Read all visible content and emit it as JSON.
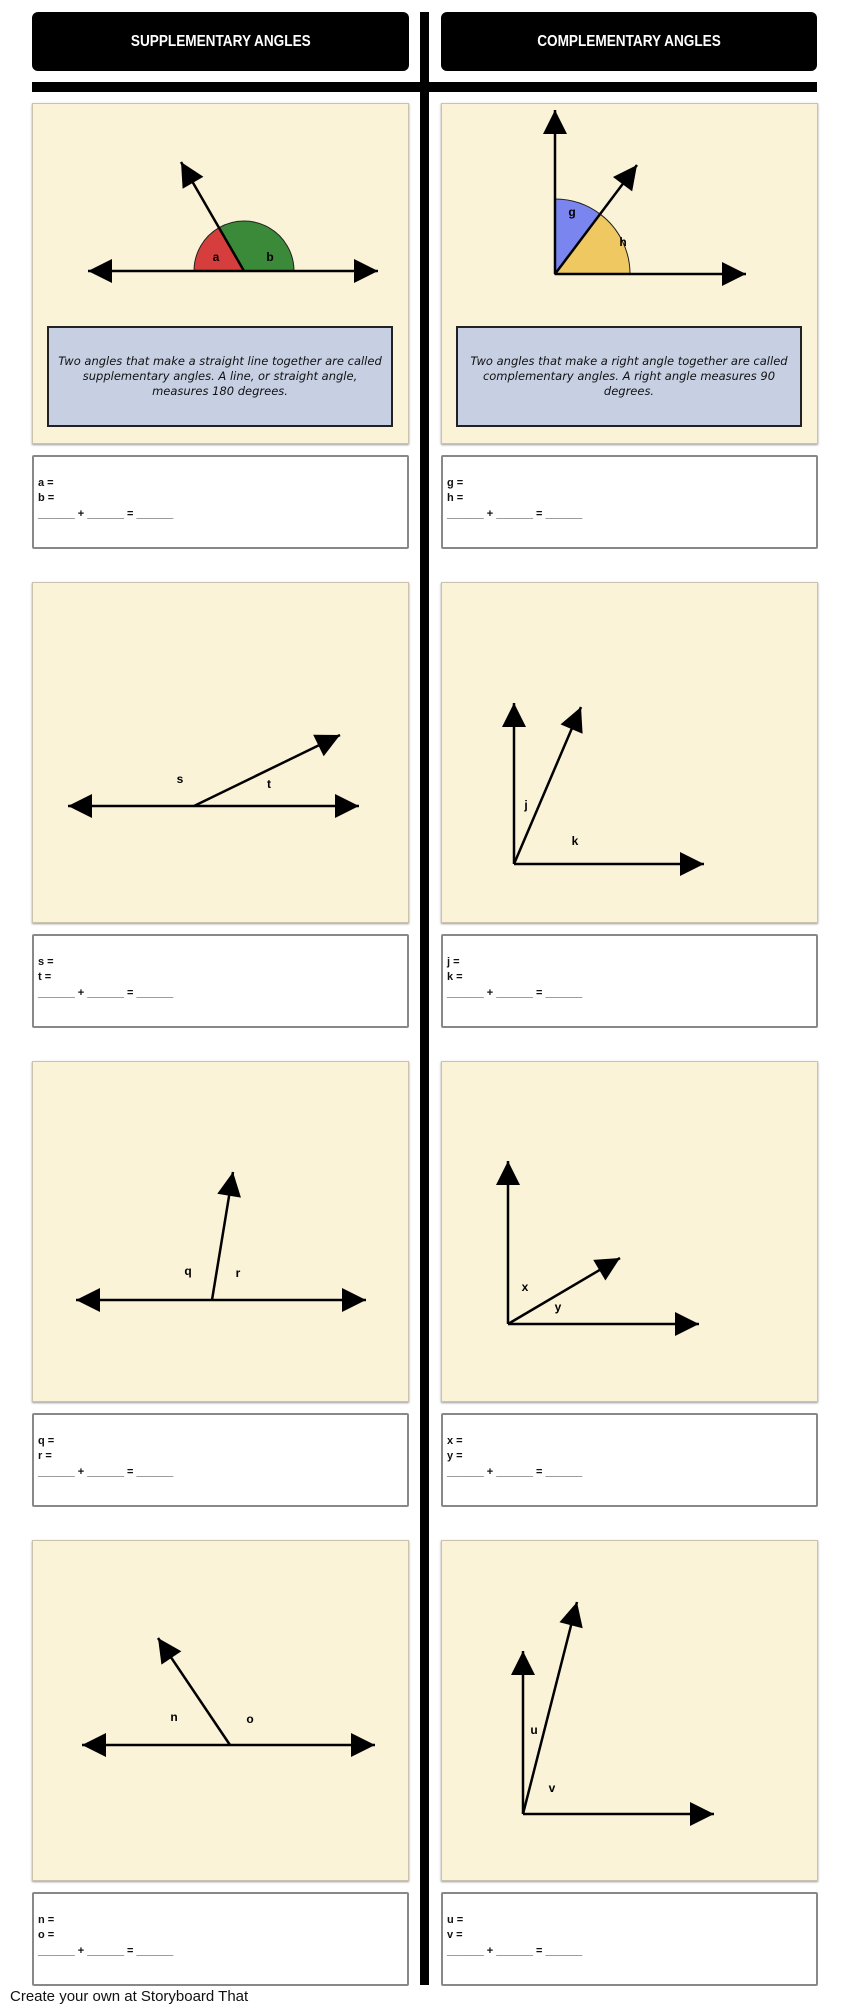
{
  "headers": {
    "left": "SUPPLEMENTARY ANGLES",
    "right": "COMPLEMENTARY ANGLES"
  },
  "descriptions": {
    "left": "Two angles that make a straight line together are called supplementary angles. A line, or straight angle, measures 180 degrees.",
    "right": "Two angles that make a right angle together are called complementary angles. A right angle measures 90 degrees."
  },
  "rows": [
    {
      "left": {
        "a": "a",
        "b": "b"
      },
      "right": {
        "a": "g",
        "b": "h"
      }
    },
    {
      "left": {
        "a": "s",
        "b": "t"
      },
      "right": {
        "a": "j",
        "b": "k"
      }
    },
    {
      "left": {
        "a": "q",
        "b": "r"
      },
      "right": {
        "a": "x",
        "b": "y"
      }
    },
    {
      "left": {
        "a": "n",
        "b": "o"
      },
      "right": {
        "a": "u",
        "b": "v"
      }
    }
  ],
  "answer_template": {
    "suffix": " =",
    "equation": "______ + ______ = ______"
  },
  "colors": {
    "angle_a_supp": "#d63e3e",
    "angle_b_supp": "#3a8a3a",
    "angle_g": "#7b85f0",
    "angle_h": "#f0c862",
    "panel_bg": "#faf3d8",
    "desc_bg": "#c7d0e3"
  },
  "footer": "Create your own at Storyboard That"
}
